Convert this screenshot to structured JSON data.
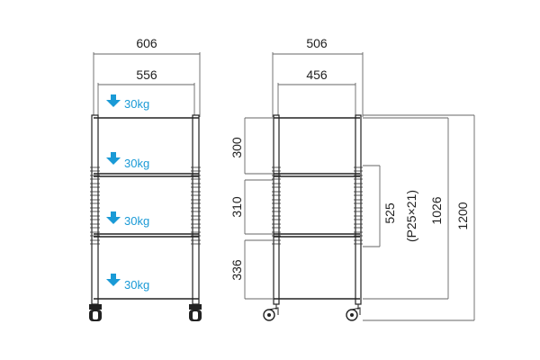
{
  "front_view": {
    "width_outer": "606",
    "width_inner": "556",
    "shelf_loads": [
      "30kg",
      "30kg",
      "30kg",
      "30kg"
    ],
    "load_arrow_color": "#1a9ad6"
  },
  "side_view": {
    "depth_outer": "506",
    "depth_inner": "456",
    "shelf_gaps": [
      "300",
      "310",
      "336"
    ],
    "adjustable_range": "525",
    "pitch_note": "(P25×21)",
    "frame_height": "1026",
    "total_height": "1200"
  }
}
